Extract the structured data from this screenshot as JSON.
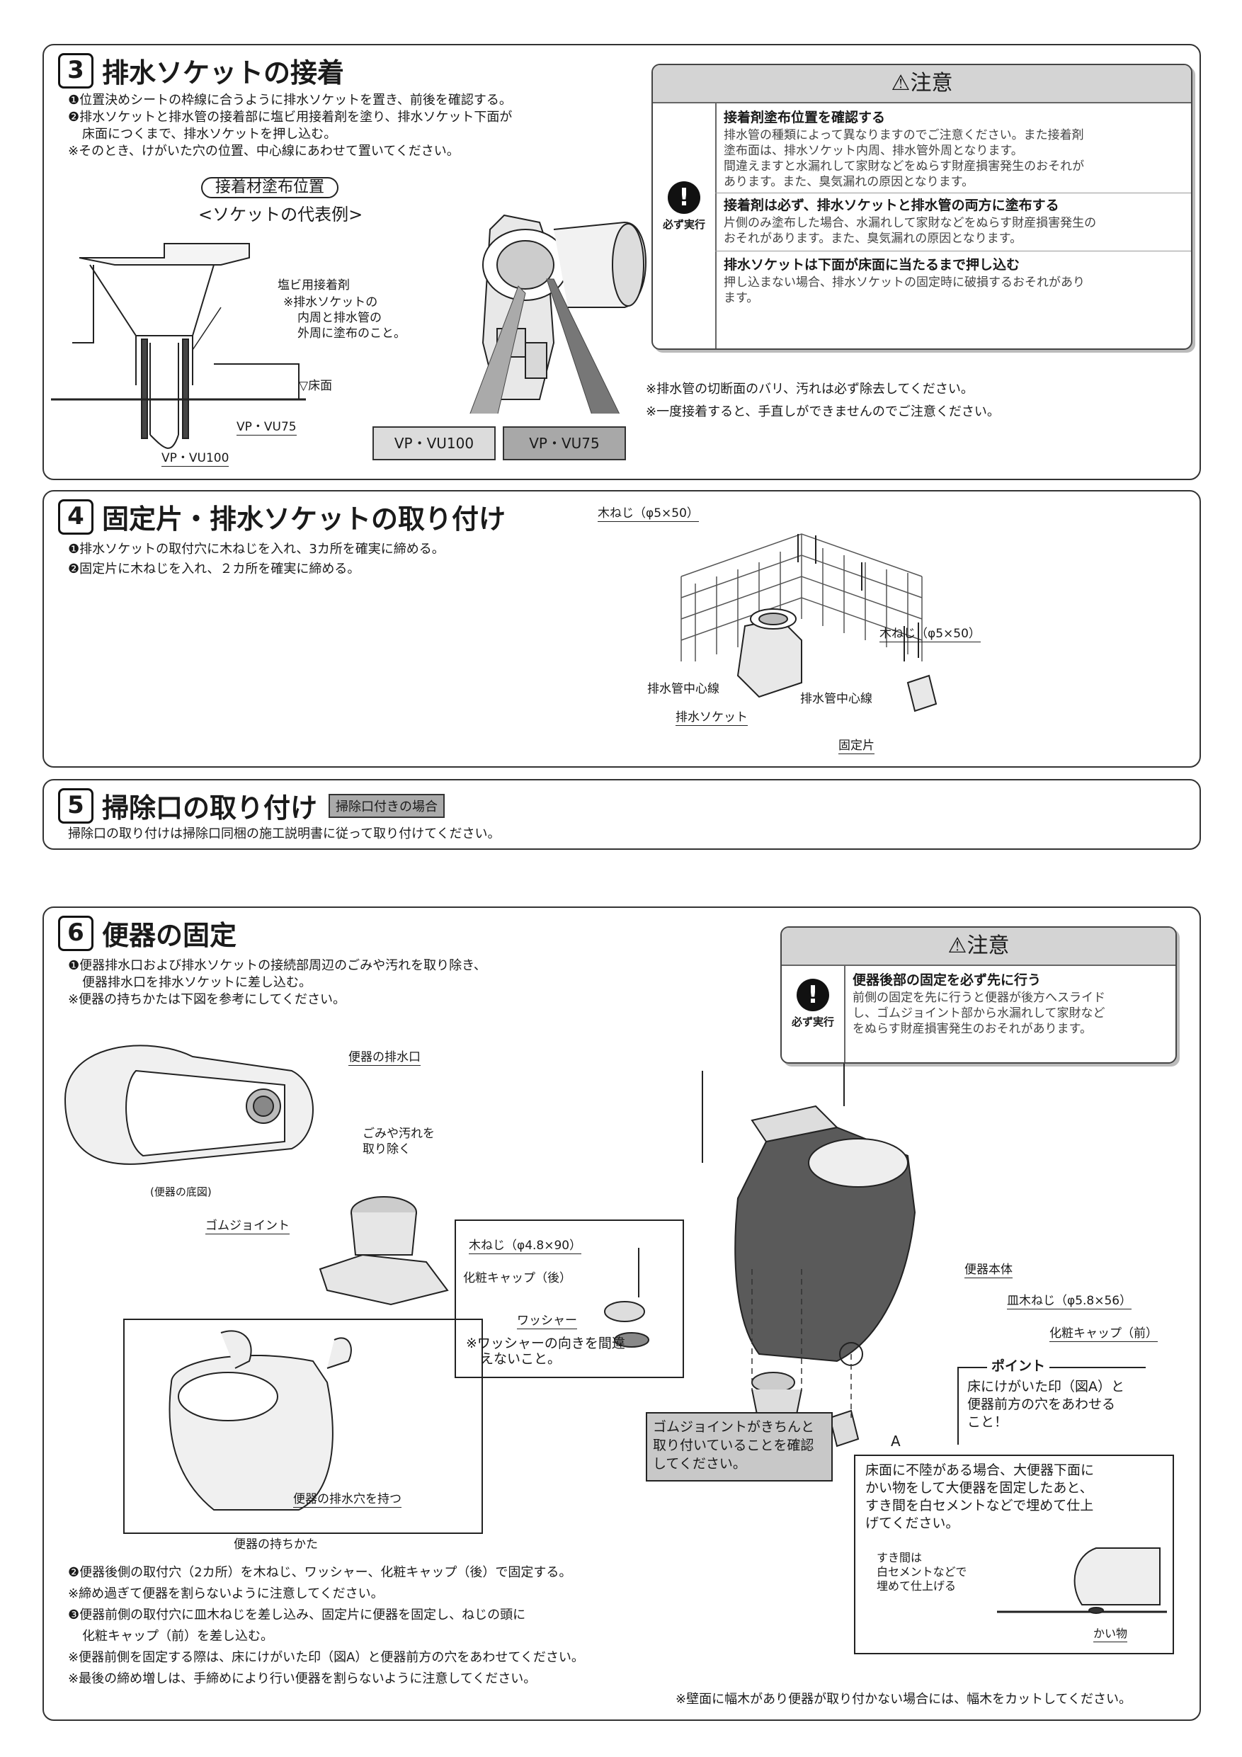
{
  "section3": {
    "num": "3",
    "title": "排水ソケットの接着",
    "step1": "❶位置決めシートの枠線に合うように排水ソケットを置き、前後を確認する。",
    "step2a": "❷排水ソケットと排水管の接着部に塩ビ用接着剤を塗り、排水ソケット下面が",
    "step2b": "床面につくまで、排水ソケットを押し込む。",
    "note": "※そのとき、けがいた穴の位置、中心線にあわせて置いてください。",
    "adhesive_pos": "接着材塗布位置",
    "socket_example": "<ソケットの代表例>",
    "glue_label": "塩ビ用接着剤",
    "glue_note1": "※排水ソケットの",
    "glue_note2": "内周と排水管の",
    "glue_note3": "外周に塗布のこと。",
    "floor": "▽床面",
    "vp75": "VP・VU75",
    "vp100": "VP・VU100",
    "box_vp100": "VP・VU100",
    "box_vp75": "VP・VU75",
    "caution": {
      "title": "⚠注意",
      "must": "必ず実行",
      "items": [
        {
          "head": "接着剤塗布位置を確認する",
          "l1": "排水管の種類によって異なりますのでご注意ください。また接着剤",
          "l2": "塗布面は、排水ソケット内周、排水管外周となります。",
          "l3": "間違えますと水漏れして家財などをぬらす財産損害発生のおそれが",
          "l4": "あります。また、臭気漏れの原因となります。"
        },
        {
          "head": "接着剤は必ず、排水ソケットと排水管の両方に塗布する",
          "l1": "片側のみ塗布した場合、水漏れして家財などをぬらす財産損害発生の",
          "l2": "おそれがあります。また、臭気漏れの原因となります。"
        },
        {
          "head": "排水ソケットは下面が床面に当たるまで押し込む",
          "l1": "押し込まない場合、排水ソケットの固定時に破損するおそれがあり",
          "l2": "ます。"
        }
      ]
    },
    "note2": "※排水管の切断面のバリ、汚れは必ず除去してください。",
    "note3": "※一度接着すると、手直しができませんのでご注意ください。"
  },
  "section4": {
    "num": "4",
    "title": "固定片・排水ソケットの取り付け",
    "step1": "❶排水ソケットの取付穴に木ねじを入れ、3カ所を確実に締める。",
    "step2": "❷固定片に木ねじを入れ、２カ所を確実に締める。",
    "screw1": "木ねじ（φ5×50）",
    "screw2": "木ねじ（φ5×50）",
    "center1": "排水管中心線",
    "center2": "排水管中心線",
    "socket": "排水ソケット",
    "fixer": "固定片"
  },
  "section5": {
    "num": "5",
    "title": "掃除口の取り付け",
    "tag": "掃除口付きの場合",
    "text": "掃除口の取り付けは掃除口同梱の施工説明書に従って取り付けてください。"
  },
  "section6": {
    "num": "6",
    "title": "便器の固定",
    "step1a": "❶便器排水口および排水ソケットの接続部周辺のごみや汚れを取り除き、",
    "step1b": "便器排水口を排水ソケットに差し込む。",
    "note1": "※便器の持ちかたは下図を参考にしてください。",
    "caution": {
      "title": "⚠注意",
      "must": "必ず実行",
      "head": "便器後部の固定を必ず先に行う",
      "l1": "前側の固定を先に行うと便器が後方へスライド",
      "l2": "し、ゴムジョイント部から水漏れして家財など",
      "l3": "をぬらす財産損害発生のおそれがあります。"
    },
    "outlet": "便器の排水口",
    "dirt1": "ごみや汚れを",
    "dirt2": "取り除く",
    "bottom_view": "(便器の底図)",
    "rubber_joint": "ゴムジョイント",
    "hold_hole": "便器の排水穴を持つ",
    "how_to_hold": "便器の持ちかた",
    "screw90": "木ねじ（φ4.8×90）",
    "cap_rear": "化粧キャップ（後）",
    "washer": "ワッシャー",
    "washer_note1": "※ワッシャーの向きを間違",
    "washer_note2": "えないこと。",
    "body": "便器本体",
    "dish_screw": "皿木ねじ（φ5.8×56）",
    "cap_front": "化粧キャップ（前）",
    "point_title": "ポイント",
    "point1": "床にけがいた印（図A）と",
    "point2": "便器前方の穴をあわせる",
    "point3": "こと！",
    "label_a": "A",
    "rubber_check1": "ゴムジョイントがきちんと",
    "rubber_check2": "取り付いていることを確認",
    "rubber_check3": "してください。",
    "uneven1": "床面に不陸がある場合、大便器下面に",
    "uneven2": "かい物をして大便器を固定したあと、",
    "uneven3": "すき間を白セメントなどで埋めて仕上",
    "uneven4": "げてください。",
    "gap1": "すき間は",
    "gap2": "白セメントなどで",
    "gap3": "埋めて仕上げる",
    "shim": "かい物",
    "step2": "❷便器後側の取付穴（2カ所）を木ねじ、ワッシャー、化粧キャップ（後）で固定する。",
    "note2": "※締め過ぎて便器を割らないように注意してください。",
    "step3a": "❸便器前側の取付穴に皿木ねじを差し込み、固定片に便器を固定し、ねじの頭に",
    "step3b": "化粧キャップ（前）を差し込む。",
    "note3": "※便器前側を固定する際は、床にけがいた印（図A）と便器前方の穴をあわせてください。",
    "note4": "※最後の締め増しは、手締めにより行い便器を割らないように注意してください。",
    "note5": "※壁面に幅木があり便器が取り付かない場合には、幅木をカットしてください。"
  }
}
